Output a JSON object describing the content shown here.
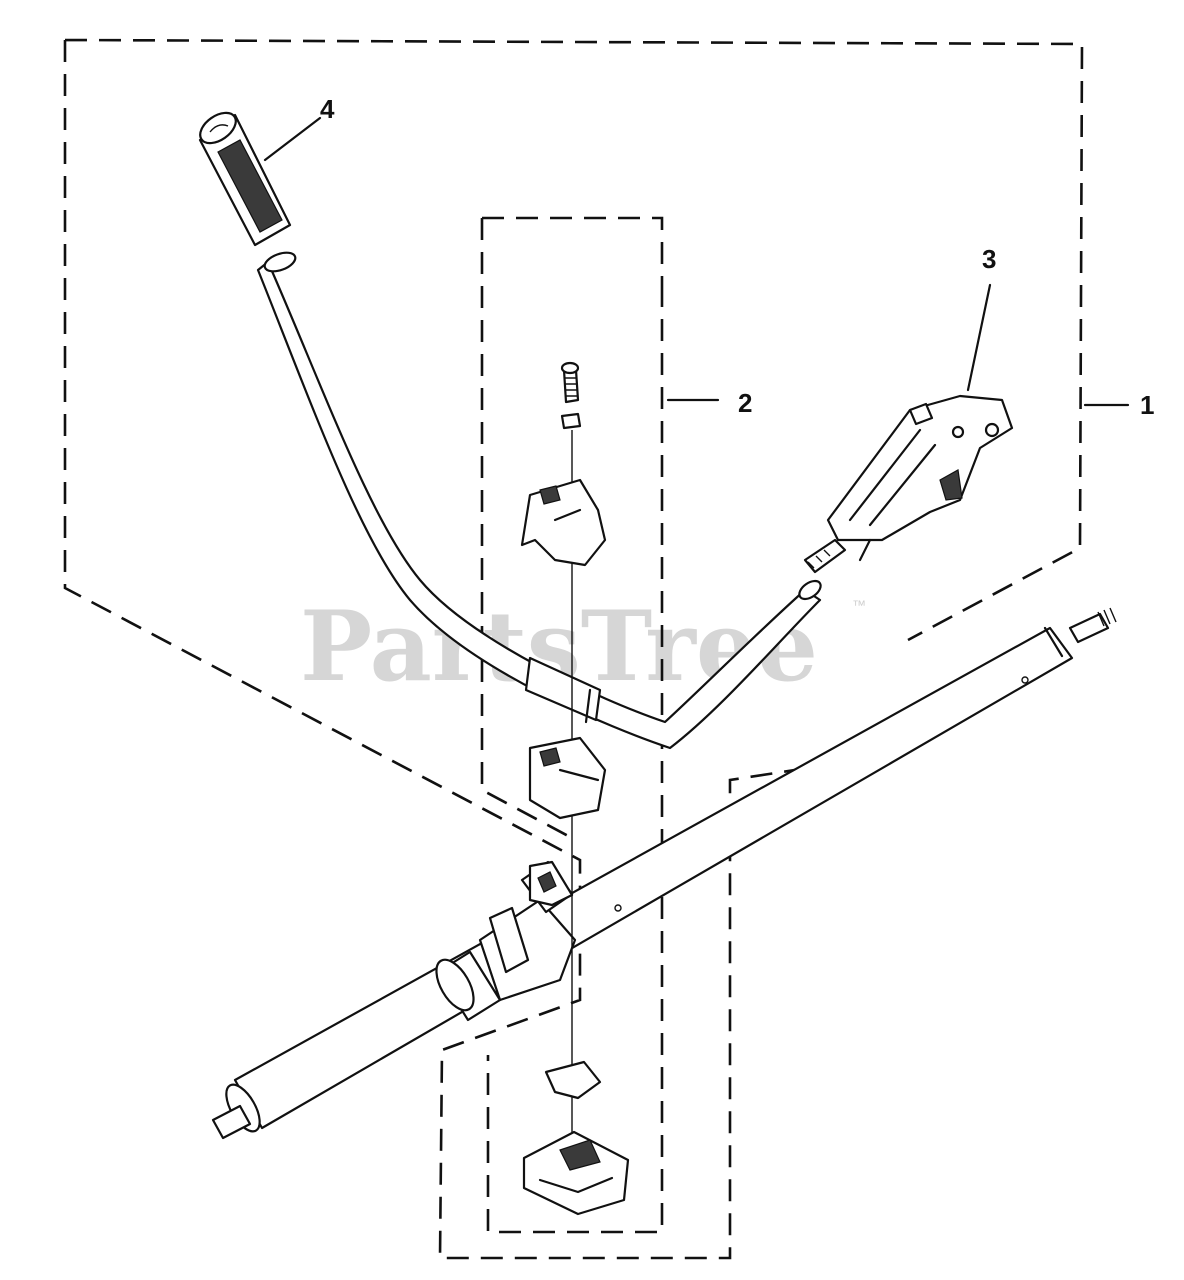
{
  "diagram": {
    "watermark": "PartsTree",
    "trademark": "™",
    "callouts": {
      "c1": "1",
      "c2": "2",
      "c3": "3",
      "c4": "4"
    }
  }
}
